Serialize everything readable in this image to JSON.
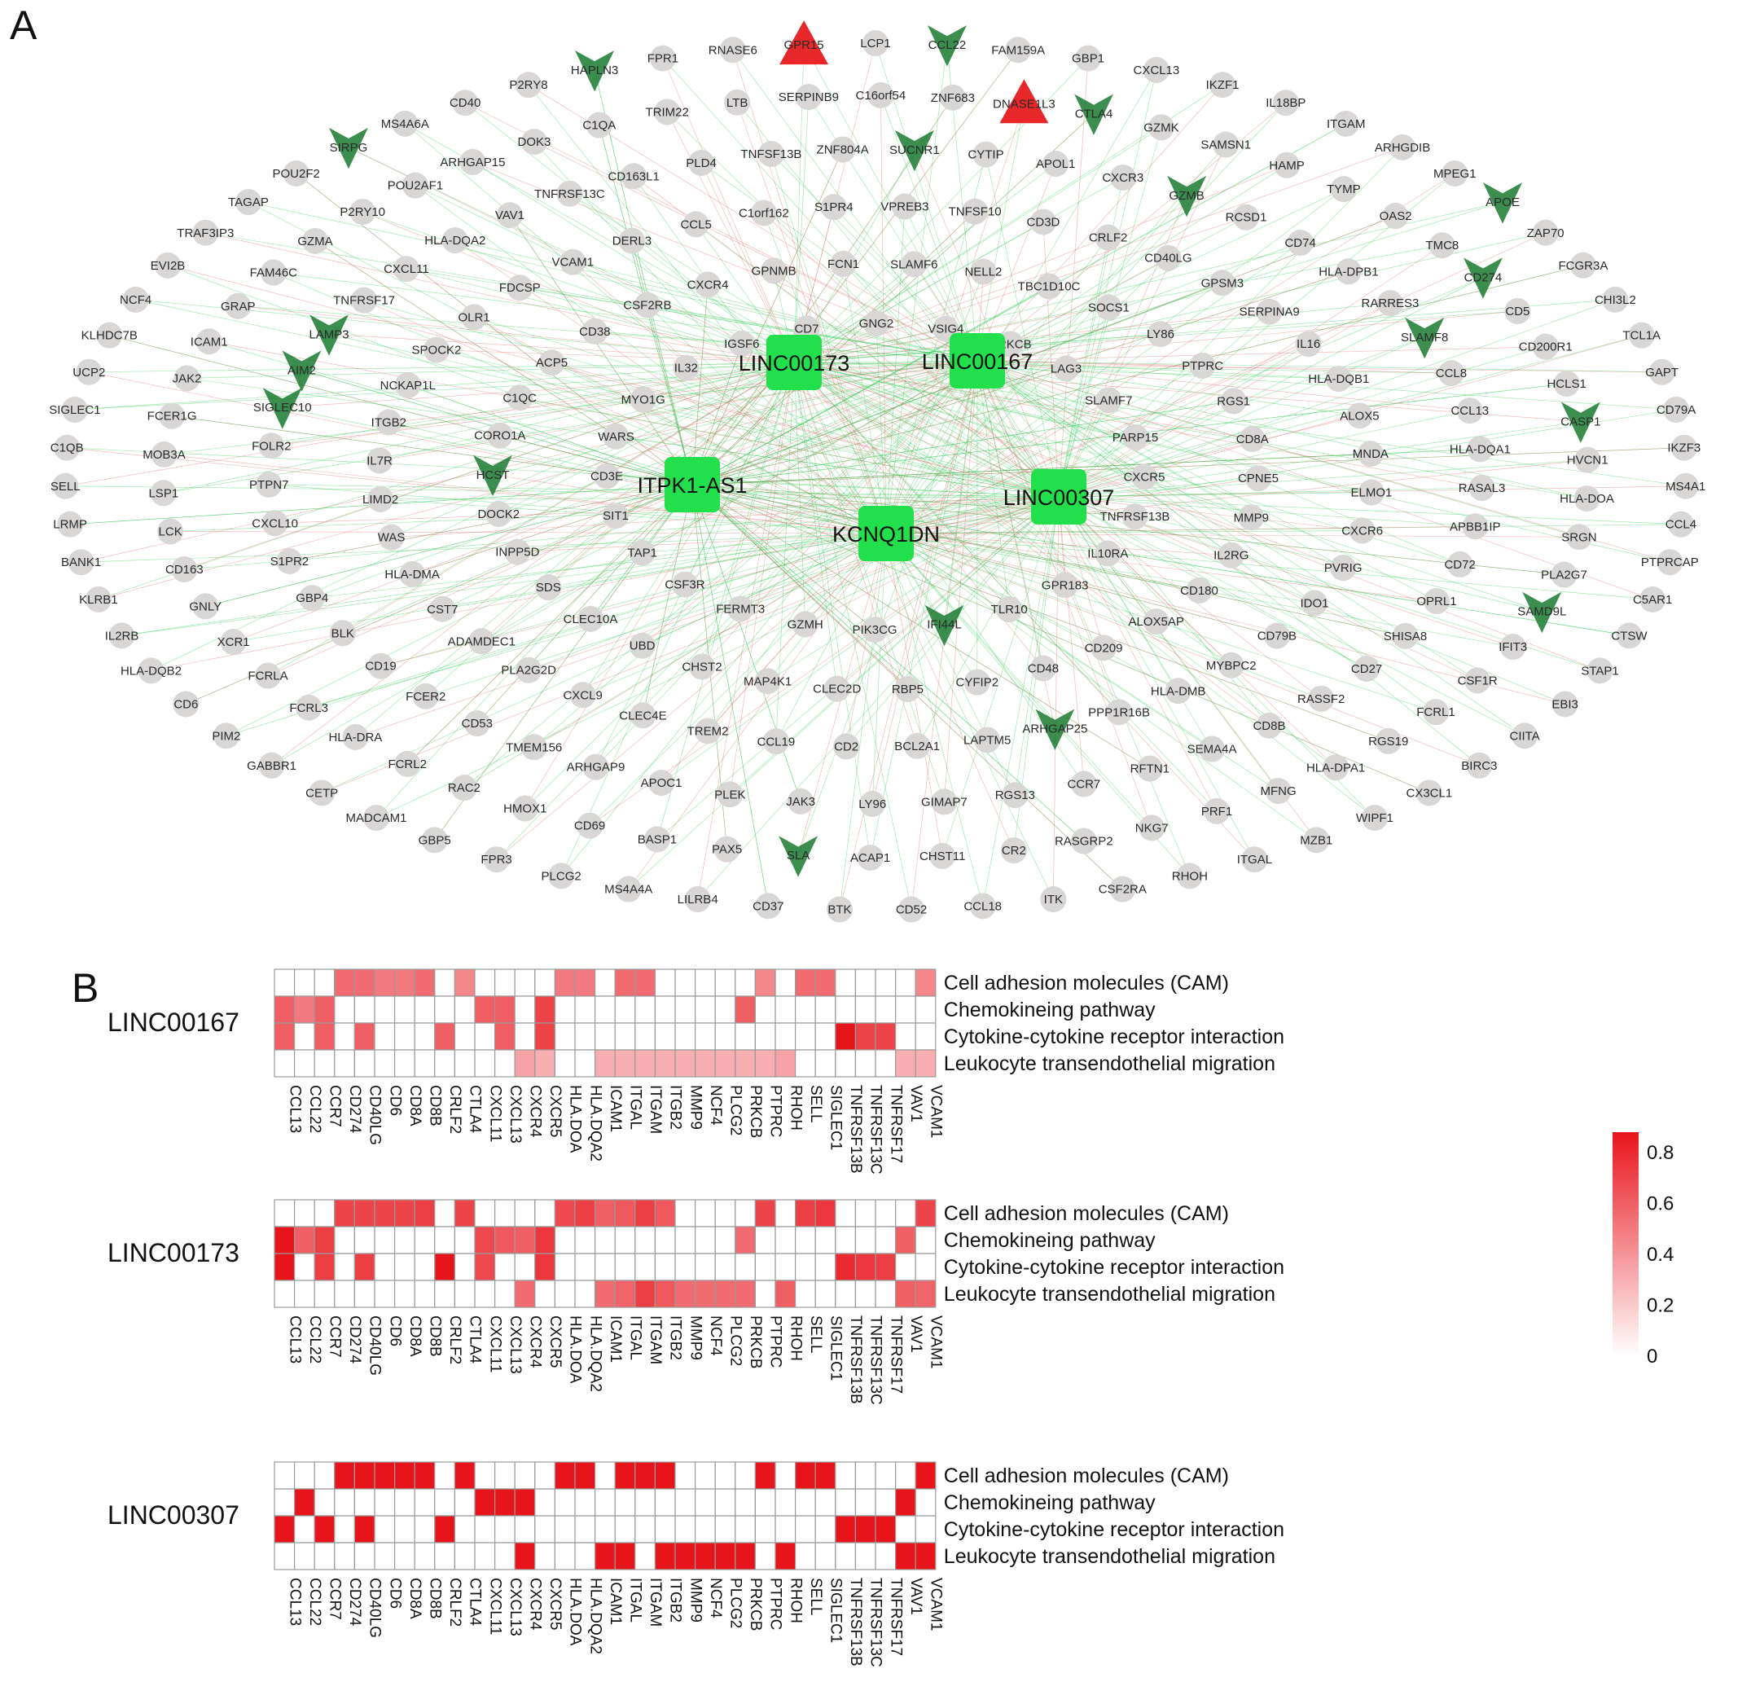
{
  "panel_a": {
    "label": "A",
    "hubs": [
      "LINC00173",
      "LINC00167",
      "ITPK1-AS1",
      "LINC00307",
      "KCNQ1DN"
    ],
    "genes": [
      "LCP1",
      "CCL22",
      "FAM159A",
      "GBP1",
      "CXCL13",
      "IKZF1",
      "IL18BP",
      "ITGAM",
      "ARHGDIB",
      "MPEG1",
      "APOE",
      "ZAP70",
      "FCGR3A",
      "CHI3L2",
      "TCL1A",
      "GAPT",
      "CD79A",
      "IKZF3",
      "MS4A1",
      "CCL4",
      "PTPRCAP",
      "C5AR1",
      "CTSW",
      "STAP1",
      "EBI3",
      "CIITA",
      "BIRC3",
      "CX3CL1",
      "WIPF1",
      "MZB1",
      "ITGAL",
      "RHOH",
      "CSF2RA",
      "ITK",
      "CCL18",
      "CD52",
      "BTK",
      "CD37",
      "LILRB4",
      "MS4A4A",
      "PLCG2",
      "FPR3",
      "GBP5",
      "MADCAM1",
      "CETP",
      "GABBR1",
      "PIM2",
      "CD6",
      "HLA-DQB2",
      "IL2RB",
      "KLRB1",
      "BANK1",
      "LRMP",
      "SELL",
      "C1QB",
      "SIGLEC1",
      "UCP2",
      "KLHDC7B",
      "NCF4",
      "EVI2B",
      "TRAF3IP3",
      "TAGAP",
      "POU2F2",
      "SIRPG",
      "MS4A6A",
      "CD40",
      "P2RY8",
      "HAPLN3",
      "FPR1",
      "RNASE6",
      "GPR15",
      "DNASE1L3",
      "CTLA4",
      "GZMK",
      "SAMSN1",
      "HAMP",
      "TYMP",
      "OAS2",
      "TMC8",
      "CD274",
      "CD5",
      "CD200R1",
      "HCLS1",
      "CASP1",
      "HVCN1",
      "HLA-DOA",
      "SRGN",
      "PLA2G7",
      "SAMD9L",
      "IFIT3",
      "CSF1R",
      "FCRL1",
      "RGS19",
      "HLA-DPA1",
      "MFNG",
      "PRF1",
      "NKG7",
      "RASGRP2",
      "CR2",
      "CHST11",
      "ACAP1",
      "SLA",
      "PAX5",
      "BASP1",
      "CD69",
      "HMOX1",
      "RAC2",
      "FCRL2",
      "HLA-DRA",
      "FCRL3",
      "FCRLA",
      "XCR1",
      "GNLY",
      "CD163",
      "LCK",
      "LSP1",
      "MOB3A",
      "FCER1G",
      "JAK2",
      "ICAM1",
      "GRAP",
      "FAM46C",
      "GZMA",
      "P2RY10",
      "POU2AF1",
      "ARHGAP15",
      "DOK3",
      "C1QA",
      "TRIM22",
      "LTB",
      "SERPINB9",
      "C16orf54",
      "ZNF683",
      "CXCR3",
      "GZMB",
      "RCSD1",
      "CD74",
      "HLA-DPB1",
      "RARRES3",
      "SLAMF8",
      "CCL8",
      "CCL13",
      "HLA-DQA1",
      "RASAL3",
      "APBB1IP",
      "CD72",
      "OPRL1",
      "SHISA8",
      "CD27",
      "RASSF2",
      "CD8B",
      "SEMA4A",
      "RFTN1",
      "CCR7",
      "RGS13",
      "GIMAP7",
      "LY96",
      "JAK3",
      "PLEK",
      "APOC1",
      "ARHGAP9",
      "TMEM156",
      "CD53",
      "FCER2",
      "CD19",
      "BLK",
      "GBP4",
      "S1PR2",
      "CXCL10",
      "PTPN7",
      "FOLR2",
      "SIGLEC10",
      "AIM2",
      "LAMP3",
      "TNFRSF17",
      "CXCL11",
      "HLA-DQA2",
      "VAV1",
      "TNFRSF13C",
      "CD163L1",
      "PLD4",
      "TNFSF13B",
      "ZNF804A",
      "SUCNR1",
      "CYTIP",
      "APOL1",
      "CD40LG",
      "GPSM3",
      "SERPINA9",
      "IL16",
      "HLA-DQB1",
      "ALOX5",
      "MNDA",
      "ELMO1",
      "CXCR6",
      "PVRIG",
      "IDO1",
      "CD79B",
      "MYBPC2",
      "HLA-DMB",
      "PPP1R16B",
      "ARHGAP25",
      "LAPTM5",
      "BCL2A1",
      "CD2",
      "CCL19",
      "TREM2",
      "CLEC4E",
      "CXCL9",
      "PLA2G2D",
      "ADAMDEC1",
      "CST7",
      "HLA-DMA",
      "WAS",
      "LIMD2",
      "IL7R",
      "ITGB2",
      "NCKAP1L",
      "SPOCK2",
      "OLR1",
      "FDCSP",
      "VCAM1",
      "DERL3",
      "CCL5",
      "C1orf162",
      "S1PR4",
      "VPREB3",
      "TNFSF10",
      "CD3D",
      "CRLF2",
      "LY86",
      "PTPRC",
      "RGS1",
      "CD8A",
      "CPNE5",
      "MMP9",
      "IL2RG",
      "CD180",
      "ALOX5AP",
      "CD209",
      "CD48",
      "CYFIP2",
      "RBP5",
      "CLEC2D",
      "MAP4K1",
      "CHST2",
      "UBD",
      "CLEC10A",
      "SDS",
      "INPP5D",
      "DOCK2",
      "HCST",
      "CORO1A",
      "C1QC",
      "ACP5",
      "CD38",
      "CSF2RB",
      "CXCR4",
      "GPNMB",
      "FCN1",
      "SLAMF6",
      "NELL2",
      "TBC1D10C",
      "SOCS1",
      "SLAMF7",
      "PARP15",
      "CXCR5",
      "TNFRSF13B",
      "IL10RA",
      "GPR183",
      "TLR10",
      "IFI44L",
      "PIK3CG",
      "GZMH",
      "FERMT3",
      "CSF3R",
      "TAP1",
      "SIT1",
      "CD3E",
      "WARS",
      "MYO1G",
      "IL32",
      "IGSF6",
      "CD7",
      "GNG2",
      "VSIG4",
      "PRKCB",
      "LAG3"
    ],
    "up_genes": [
      "GPR15",
      "DNASE1L3"
    ],
    "down_genes": [
      "APOE",
      "HAPLN3",
      "SLAMF8",
      "SUCNR1",
      "GZMB",
      "AIM2",
      "LAMP3",
      "IFI44L",
      "CD274",
      "CTLA4",
      "CCL22",
      "CASP1",
      "SIGLEC10",
      "HCST",
      "ARHGAP25",
      "SIRPG",
      "SAMD9L",
      "SLA"
    ],
    "colors": {
      "node_gray": "#d9d6d6",
      "hub": "#22e04b",
      "up": "#e8272a",
      "down": "#1a7a2f",
      "edge_green": "#33cc55",
      "edge_red": "#e36b6b"
    }
  },
  "panel_b": {
    "label": "B",
    "columns": [
      "CCL13",
      "CCL22",
      "CCR7",
      "CD274",
      "CD40LG",
      "CD6",
      "CD8A",
      "CD8B",
      "CRLF2",
      "CTLA4",
      "CXCL11",
      "CXCL13",
      "CXCR4",
      "CXCR5",
      "HLA.DOA",
      "HLA.DQA2",
      "ICAM1",
      "ITGAL",
      "ITGAM",
      "ITGB2",
      "MMP9",
      "NCF4",
      "PLCG2",
      "PRKCB",
      "PTPRC",
      "RHOH",
      "SELL",
      "SIGLEC1",
      "TNFRSF13B",
      "TNFRSF13C",
      "TNFRSF17",
      "VAV1",
      "VCAM1"
    ],
    "pathways": [
      "Cell adhesion molecules (CAM)",
      "Chemokineing pathway",
      "Cytokine-cytokine receptor interaction",
      "Leukocyte transendothelial migration"
    ],
    "legend": {
      "ticks": [
        "0.8",
        "0.6",
        "0.4",
        "0.2",
        "0"
      ],
      "min": 0,
      "max": 0.88,
      "color_low": "#ffffff",
      "color_high": "#e8141b"
    },
    "heatmaps": [
      {
        "name": "LINC00167",
        "values": [
          [
            0,
            0,
            0,
            0.55,
            0.55,
            0.5,
            0.5,
            0.55,
            0,
            0.45,
            0,
            0,
            0,
            0,
            0.5,
            0.5,
            0,
            0.55,
            0.55,
            0,
            0,
            0,
            0,
            0,
            0.45,
            0,
            0.55,
            0.55,
            0,
            0,
            0,
            0,
            0.45
          ],
          [
            0.6,
            0.5,
            0.6,
            0,
            0,
            0,
            0,
            0,
            0,
            0,
            0.6,
            0.6,
            0,
            0.7,
            0,
            0,
            0,
            0,
            0,
            0,
            0,
            0,
            0,
            0.6,
            0,
            0,
            0,
            0,
            0,
            0,
            0,
            0,
            0
          ],
          [
            0.6,
            0,
            0.6,
            0,
            0.6,
            0,
            0,
            0,
            0.6,
            0,
            0,
            0.6,
            0,
            0.7,
            0,
            0,
            0,
            0,
            0,
            0,
            0,
            0,
            0,
            0,
            0,
            0,
            0,
            0,
            0.88,
            0.7,
            0.7,
            0,
            0
          ],
          [
            0,
            0,
            0,
            0,
            0,
            0,
            0,
            0,
            0,
            0,
            0,
            0,
            0.35,
            0.3,
            0,
            0,
            0.3,
            0.3,
            0.3,
            0.3,
            0.3,
            0.3,
            0.3,
            0.3,
            0.3,
            0.35,
            0,
            0,
            0,
            0,
            0,
            0.3,
            0.3
          ]
        ]
      },
      {
        "name": "LINC00173",
        "values": [
          [
            0,
            0,
            0,
            0.7,
            0.7,
            0.7,
            0.7,
            0.72,
            0,
            0.7,
            0,
            0,
            0,
            0,
            0.68,
            0.72,
            0.6,
            0.62,
            0.72,
            0.62,
            0,
            0,
            0,
            0,
            0.7,
            0,
            0.72,
            0.75,
            0,
            0,
            0,
            0,
            0.7
          ],
          [
            0.88,
            0.6,
            0.72,
            0,
            0,
            0,
            0,
            0,
            0,
            0,
            0.68,
            0.62,
            0.6,
            0.75,
            0,
            0,
            0,
            0,
            0,
            0,
            0,
            0,
            0,
            0.55,
            0,
            0,
            0,
            0,
            0,
            0,
            0,
            0.6,
            0
          ],
          [
            0.88,
            0,
            0.72,
            0,
            0.72,
            0,
            0,
            0,
            0.88,
            0,
            0.68,
            0,
            0,
            0.75,
            0,
            0,
            0,
            0,
            0,
            0,
            0,
            0,
            0,
            0,
            0,
            0,
            0,
            0,
            0.8,
            0.75,
            0.72,
            0,
            0
          ],
          [
            0,
            0,
            0,
            0,
            0,
            0,
            0,
            0,
            0,
            0,
            0,
            0,
            0.55,
            0,
            0,
            0,
            0.55,
            0.58,
            0.72,
            0.62,
            0.55,
            0.55,
            0.55,
            0.55,
            0,
            0.6,
            0,
            0,
            0,
            0,
            0,
            0.6,
            0.58
          ]
        ]
      },
      {
        "name": "LINC00307",
        "values": [
          [
            0,
            0,
            0,
            0.88,
            0.88,
            0.88,
            0.88,
            0.88,
            0,
            0.88,
            0,
            0,
            0,
            0,
            0.88,
            0.88,
            0,
            0.88,
            0.88,
            0.88,
            0,
            0,
            0,
            0,
            0.88,
            0,
            0.88,
            0.88,
            0,
            0,
            0,
            0,
            0.88
          ],
          [
            0,
            0.88,
            0,
            0,
            0,
            0,
            0,
            0,
            0,
            0,
            0.88,
            0.88,
            0.88,
            0,
            0,
            0,
            0,
            0,
            0,
            0,
            0,
            0,
            0,
            0,
            0,
            0,
            0,
            0,
            0,
            0,
            0,
            0.88,
            0
          ],
          [
            0.88,
            0,
            0.88,
            0,
            0.88,
            0,
            0,
            0,
            0.88,
            0,
            0,
            0,
            0,
            0,
            0,
            0,
            0,
            0,
            0,
            0,
            0,
            0,
            0,
            0,
            0,
            0,
            0,
            0,
            0.88,
            0.88,
            0.88,
            0,
            0
          ],
          [
            0,
            0,
            0,
            0,
            0,
            0,
            0,
            0,
            0,
            0,
            0,
            0,
            0.88,
            0,
            0,
            0,
            0.88,
            0.88,
            0,
            0.88,
            0.88,
            0.88,
            0.88,
            0.88,
            0,
            0.88,
            0,
            0,
            0,
            0,
            0,
            0.88,
            0.88
          ]
        ]
      }
    ]
  }
}
